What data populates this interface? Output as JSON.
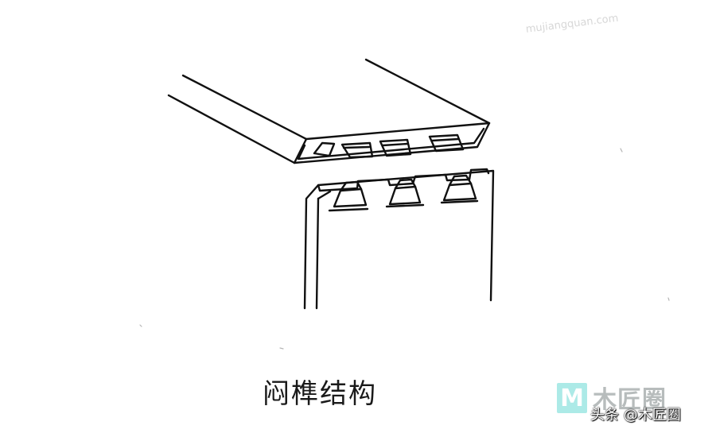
{
  "caption": "闷榫结构",
  "watermark": {
    "url_text": "mujiangquan.com",
    "logo_letter": "M",
    "brand_name": "木匠圈",
    "attribution": "头条 @木匠圈"
  }
}
